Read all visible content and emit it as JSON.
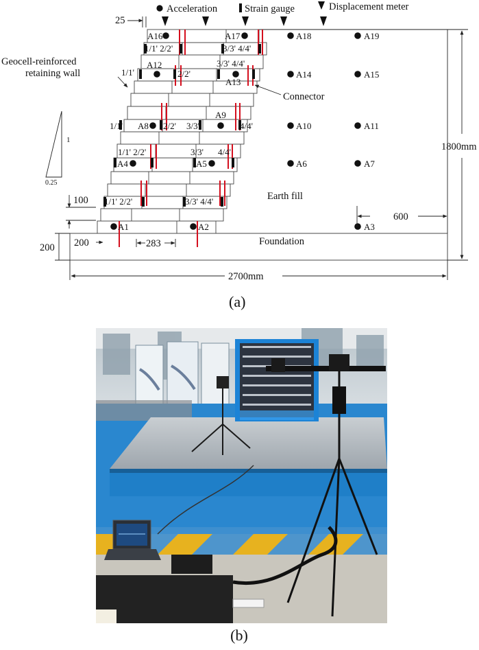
{
  "legend": {
    "acceleration": "Acceleration",
    "strain_gauge": "Strain gauge",
    "displacement_meter": "Displacement meter"
  },
  "labels": {
    "wall": [
      "Geocell-reinforced",
      "retaining wall"
    ],
    "connector": "Connector",
    "earth_fill": "Earth fill",
    "foundation": "Foundation",
    "slope_rise": "1",
    "slope_run": "0.25"
  },
  "dimensions": {
    "d25": "25",
    "d100": "100",
    "d200_height": "200",
    "d200_offset": "200",
    "d283": "283",
    "d600": "600",
    "height": "1800mm",
    "width": "2700mm"
  },
  "accelerometers": [
    "A1",
    "A2",
    "A3",
    "A4",
    "A5",
    "A6",
    "A7",
    "A8",
    "A9",
    "A10",
    "A11",
    "A12",
    "A13",
    "A14",
    "A15",
    "A16",
    "A17",
    "A18",
    "A19"
  ],
  "strain_gauge_labels": {
    "r1_left": "1/1'  2/2'",
    "r1_right": "3/3'  4/4'",
    "r2_left": "1/1'  2/2'",
    "r2_right": "3/3'  4/4'",
    "r3_left": "1/1'",
    "r3_mid1": "2/2'",
    "r3_mid2": "3/3'",
    "r3_right": "4/4'",
    "r4_left": "1/1'",
    "r4_mid": "2/2'",
    "r4_right_a": "3/3'",
    "r4_right_b": "4/4'",
    "r5_left": "1/1'  2/2'",
    "r5_right": "3/3'  4/4'"
  },
  "captions": {
    "a": "(a)",
    "b": "(b)"
  },
  "colors": {
    "gauge_red": "#d40f1e",
    "table_blue": "#1f7fc8",
    "floor_blue": "#2a87cf",
    "floor_yellow": "#e7b21f"
  }
}
